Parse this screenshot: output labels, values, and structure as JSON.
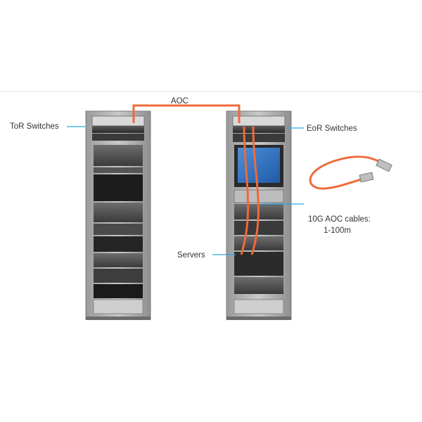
{
  "labels": {
    "aoc": "AOC",
    "tor_switches": "ToR Switches",
    "eor_switches": "EoR Switches",
    "servers": "Servers",
    "cable_line1": "10G AOC cables:",
    "cable_line2": "1-100m"
  },
  "colors": {
    "cable": "#ef6a3a",
    "callout": "#29a8e0",
    "rack_frame": "#8c8c8c",
    "rack_rail": "#b3b3b3",
    "equipment_dark": "#2b2b2b",
    "monitor": "#2f6fbd"
  },
  "icons": {
    "rack_left": "server-rack-icon",
    "rack_right": "server-rack-icon",
    "cable": "aoc-cable-icon"
  }
}
